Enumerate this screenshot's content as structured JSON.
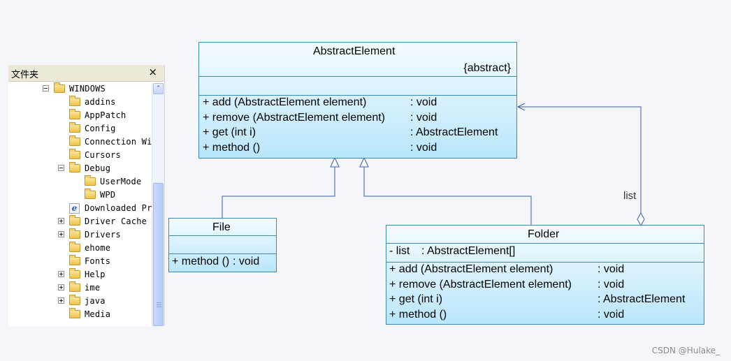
{
  "panel": {
    "title": "文件夹",
    "close_glyph": "×",
    "tree": [
      {
        "label": "WINDOWS",
        "level": 0,
        "expander": "minus",
        "icon": "folder-icon"
      },
      {
        "label": "addins",
        "level": 1,
        "expander": "",
        "icon": "folder-icon"
      },
      {
        "label": "AppPatch",
        "level": 1,
        "expander": "",
        "icon": "folder-icon"
      },
      {
        "label": "Config",
        "level": 1,
        "expander": "",
        "icon": "folder-icon"
      },
      {
        "label": "Connection Wiz",
        "level": 1,
        "expander": "",
        "icon": "folder-icon"
      },
      {
        "label": "Cursors",
        "level": 1,
        "expander": "",
        "icon": "folder-icon"
      },
      {
        "label": "Debug",
        "level": 1,
        "expander": "minus",
        "icon": "folder-icon"
      },
      {
        "label": "UserMode",
        "level": 2,
        "expander": "",
        "icon": "folder-icon"
      },
      {
        "label": "WPD",
        "level": 2,
        "expander": "",
        "icon": "folder-icon"
      },
      {
        "label": "Downloaded Pro",
        "level": 1,
        "expander": "",
        "icon": "ie-icon"
      },
      {
        "label": "Driver Cache",
        "level": 1,
        "expander": "plus",
        "icon": "folder-icon"
      },
      {
        "label": "Drivers",
        "level": 1,
        "expander": "plus",
        "icon": "folder-icon"
      },
      {
        "label": "ehome",
        "level": 1,
        "expander": "",
        "icon": "folder-icon"
      },
      {
        "label": "Fonts",
        "level": 1,
        "expander": "",
        "icon": "folder-icon"
      },
      {
        "label": "Help",
        "level": 1,
        "expander": "plus",
        "icon": "folder-icon"
      },
      {
        "label": "ime",
        "level": 1,
        "expander": "plus",
        "icon": "folder-icon"
      },
      {
        "label": "java",
        "level": 1,
        "expander": "plus",
        "icon": "folder-icon"
      },
      {
        "label": "Media",
        "level": 1,
        "expander": "",
        "icon": "folder-icon"
      }
    ],
    "scroll_up_glyph": "⌃"
  },
  "diagram": {
    "abstract_element": {
      "name": "AbstractElement",
      "stereotype": "{abstract}",
      "methods": [
        {
          "sig": "+  add (AbstractElement element)",
          "ret": ": void"
        },
        {
          "sig": "+  remove (AbstractElement element)",
          "ret": ": void"
        },
        {
          "sig": "+  get (int i)",
          "ret": ": AbstractElement"
        },
        {
          "sig": "+  method ()",
          "ret": ": void"
        }
      ]
    },
    "file": {
      "name": "File",
      "methods": [
        {
          "sig": "+  method ()",
          "ret": ": void"
        }
      ]
    },
    "folder": {
      "name": "Folder",
      "attributes": [
        {
          "sig": "-  list",
          "type": ": AbstractElement[]"
        }
      ],
      "methods": [
        {
          "sig": "+  add (AbstractElement element)",
          "ret": ": void"
        },
        {
          "sig": "+  remove (AbstractElement element)",
          "ret": ": void"
        },
        {
          "sig": "+  get (int i)",
          "ret": ": AbstractElement"
        },
        {
          "sig": "+  method ()",
          "ret": ": void"
        }
      ]
    },
    "association_label": "list",
    "colors": {
      "border": "#3c89b8",
      "line": "#3a5fa8",
      "fill_top": "#f5fcff",
      "fill_bottom": "#b9e6fa"
    }
  },
  "watermark": "CSDN @Hulake_"
}
